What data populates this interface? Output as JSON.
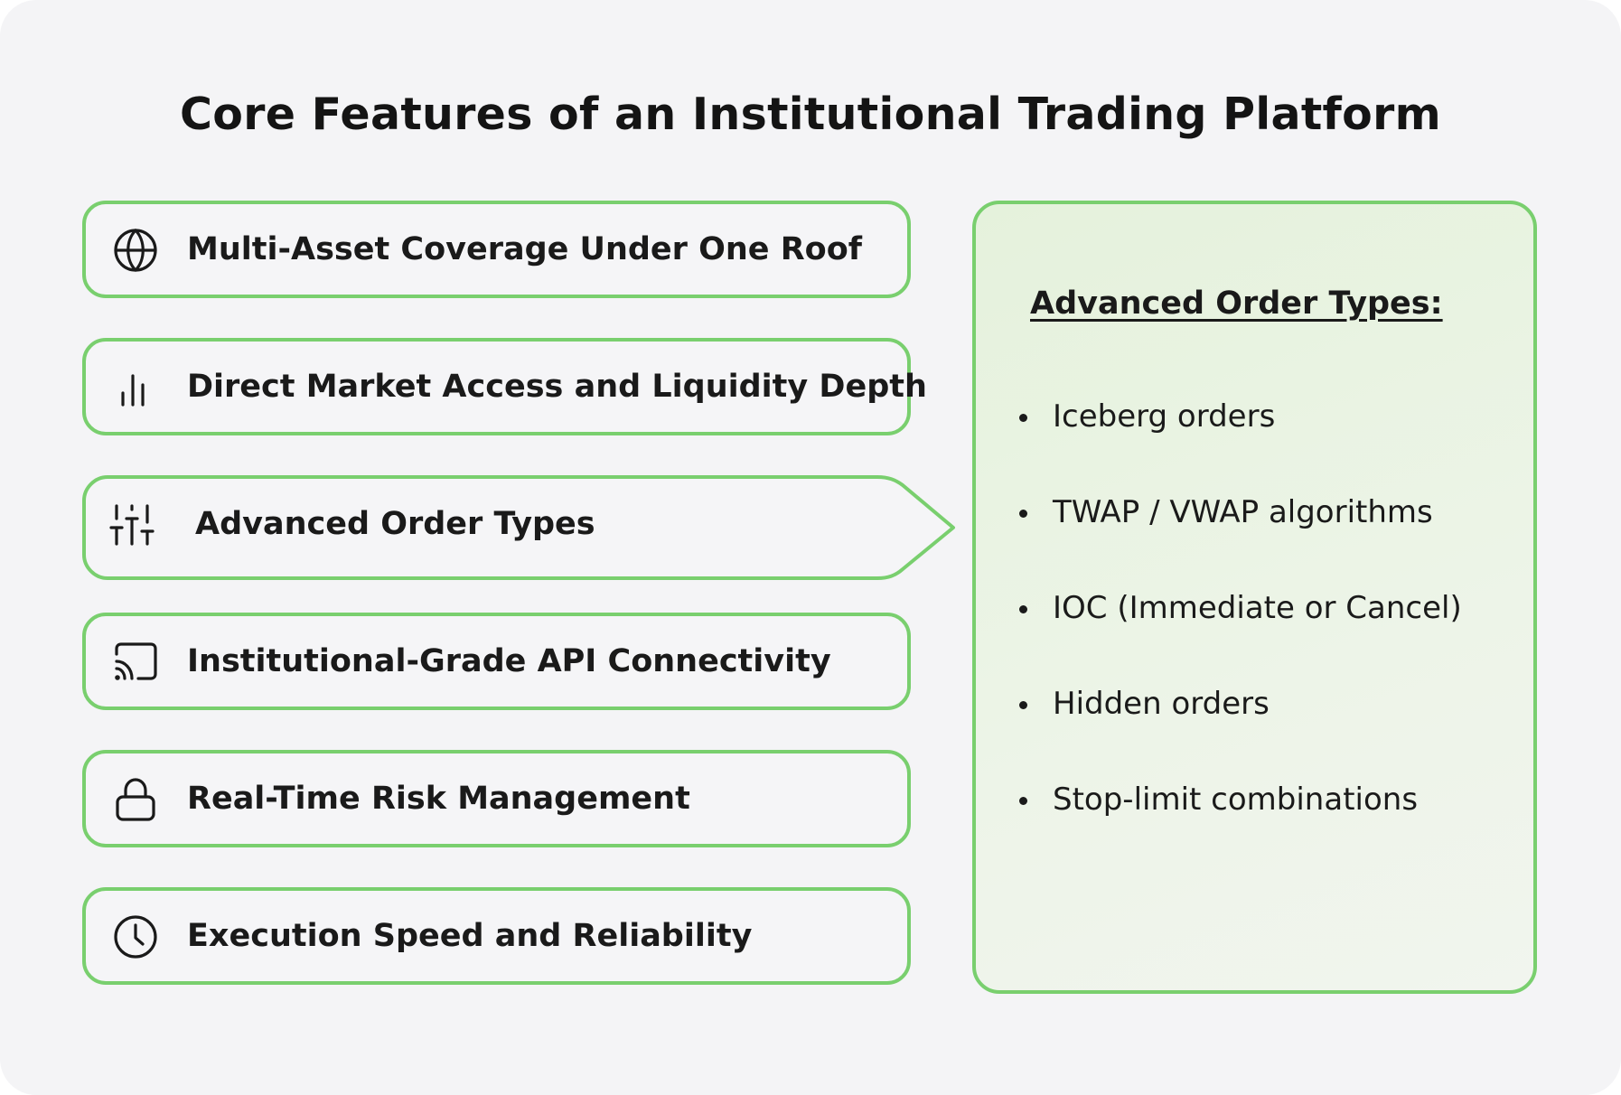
{
  "title": "Core Features of an Institutional Trading Platform",
  "colors": {
    "accent_border": "#79cf6e",
    "card_background": "#f5f5f7",
    "panel_background": "#e8f3e0",
    "page_background": "#f4f4f6",
    "text": "#1a1a1a"
  },
  "features": [
    {
      "label": "Multi-Asset Coverage Under One Roof",
      "icon": "globe-icon"
    },
    {
      "label": "Direct Market Access and Liquidity Depth",
      "icon": "bar-chart-icon"
    },
    {
      "label": "Advanced Order Types",
      "icon": "sliders-icon",
      "active": true
    },
    {
      "label": "Institutional-Grade API Connectivity",
      "icon": "cast-icon"
    },
    {
      "label": "Real-Time Risk Management",
      "icon": "lock-icon"
    },
    {
      "label": "Execution Speed and Reliability",
      "icon": "clock-icon"
    }
  ],
  "detail": {
    "heading": "Advanced Order Types:",
    "items": [
      "Iceberg orders",
      "TWAP / VWAP algorithms",
      "IOC (Immediate or Cancel)",
      "Hidden orders",
      "Stop-limit combinations"
    ]
  }
}
